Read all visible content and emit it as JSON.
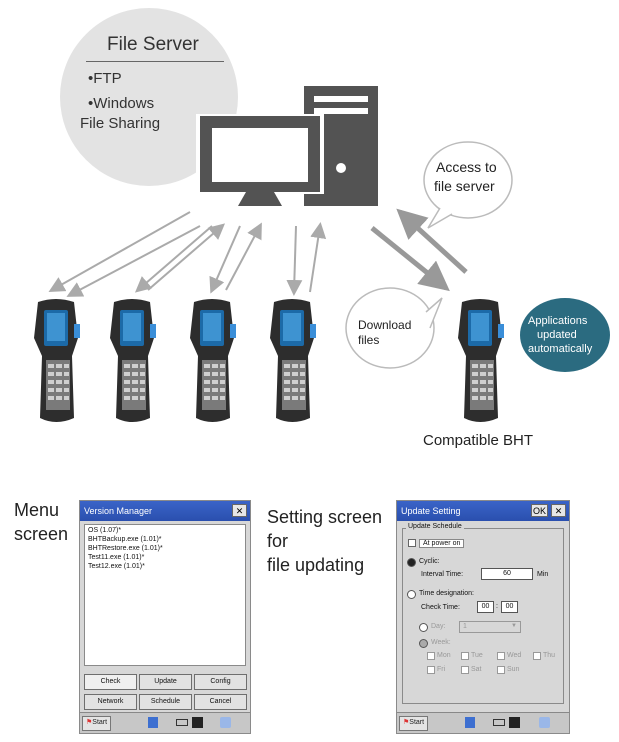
{
  "server_bubble": {
    "title": "File Server",
    "items": [
      "•FTP",
      "•Windows",
      "File Sharing"
    ]
  },
  "callouts": {
    "access": [
      "Access to",
      "file server"
    ],
    "download": [
      "Download",
      "files"
    ],
    "auto": [
      "Applications",
      "updated",
      "automatically"
    ]
  },
  "device_label": "Compatible BHT",
  "menu_caption": [
    "Menu",
    "screen"
  ],
  "setting_caption": [
    "Setting screen",
    "for",
    "file updating"
  ],
  "version_manager": {
    "title": "Version Manager",
    "close": "✕",
    "files": [
      "OS (1.07)*",
      "BHTBackup.exe (1.01)*",
      "BHTRestore.exe (1.01)*",
      "Test11.exe (1.01)*",
      "Test12.exe (1.01)*"
    ],
    "buttons": [
      "Check",
      "Update",
      "Config",
      "Network",
      "Schedule",
      "Cancel"
    ],
    "start": "Start"
  },
  "update_setting": {
    "title": "Update Setting",
    "ok": "OK",
    "close": "✕",
    "group": "Update Schedule",
    "at_power_on": "At power on",
    "cyclic": "Cyclic:",
    "interval_label": "Interval Time:",
    "interval_value": "60",
    "interval_unit": "Min",
    "time_designation": "Time designation:",
    "check_time": "Check Time:",
    "hour": "00",
    "minute": "00",
    "day": "Day:",
    "day_value": "1",
    "week": "Week:",
    "weekdays": [
      "Mon",
      "Tue",
      "Wed",
      "Thu",
      "Fri",
      "Sat",
      "Sun"
    ],
    "start": "Start"
  },
  "colors": {
    "bubble": "#e3e3e3",
    "computer": "#535353",
    "arrow": "#aaaaaa",
    "teal": "#2b6b80"
  }
}
